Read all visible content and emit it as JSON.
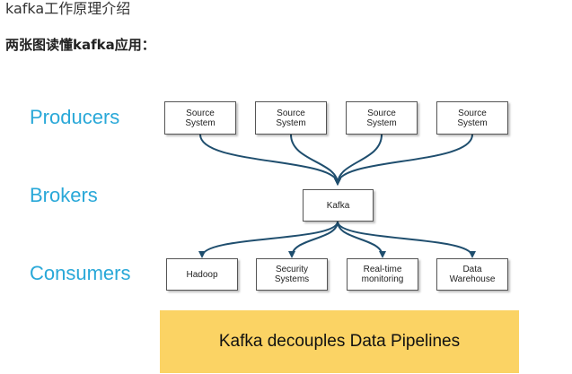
{
  "page": {
    "title": "kafka工作原理介绍",
    "section_title": "两张图读懂kafka应用："
  },
  "diagram": {
    "rows": {
      "producers": "Producers",
      "brokers": "Brokers",
      "consumers": "Consumers"
    },
    "producers": [
      "Source\nSystem",
      "Source\nSystem",
      "Source\nSystem",
      "Source\nSystem"
    ],
    "broker": "Kafka",
    "consumers": [
      "Hadoop",
      "Security\nSystems",
      "Real-time\nmonitoring",
      "Data\nWarehouse"
    ],
    "banner": "Kafka decouples Data Pipelines",
    "colors": {
      "label": "#29a8d8",
      "arrow": "#1f4e6e",
      "banner": "#fbd364"
    }
  }
}
